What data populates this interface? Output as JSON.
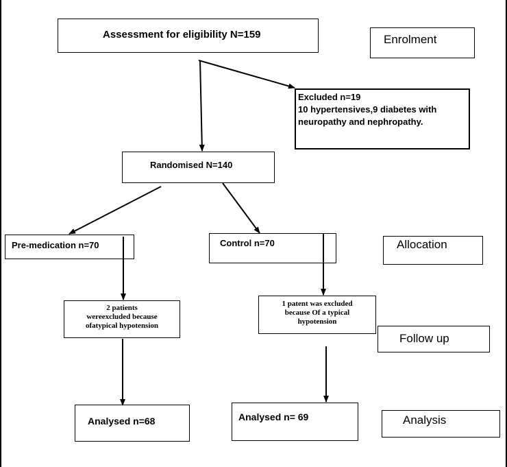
{
  "flow": {
    "assessment": "Assessment for eligibility N=159",
    "excluded_title": "Excluded n=19",
    "excluded_detail_line1": "10 hypertensives,9 diabetes with",
    "excluded_detail_line2": "neuropathy and nephropathy.",
    "randomised": "Randomised N=140",
    "premedication": "Pre-medication n=70",
    "control": "Control n=70",
    "premed_excluded_line1": "2 patients",
    "premed_excluded_line2": "wereexcluded because",
    "premed_excluded_line3": "ofatypical hypotension",
    "control_excluded_line1": "1 patent was excluded",
    "control_excluded_line2": "because Of a typical",
    "control_excluded_line3": "hypotension",
    "premed_analysed": "Analysed n=68",
    "control_analysed": "Analysed n= 69"
  },
  "stages": {
    "enrolment": "Enrolment",
    "allocation": "Allocation",
    "follow_up": "Follow up",
    "analysis": "Analysis"
  }
}
